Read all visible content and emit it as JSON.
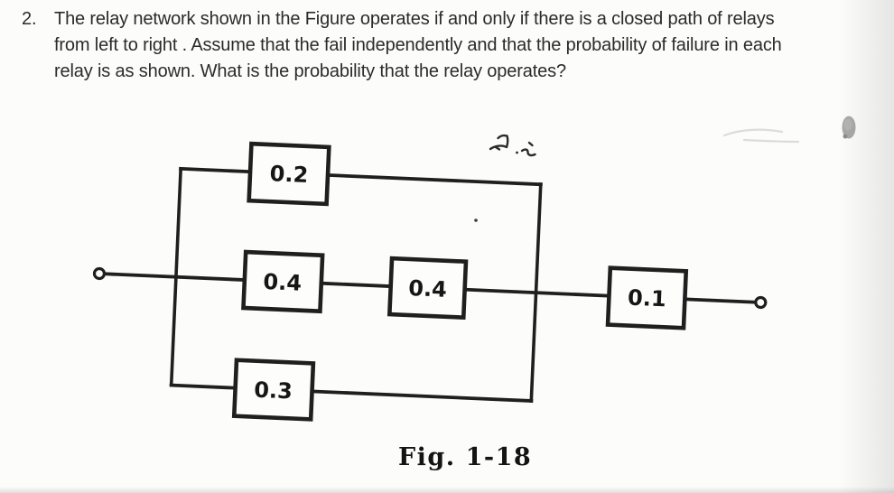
{
  "colors": {
    "ink": "#1f1f1f",
    "paper": "#fcfcfb",
    "text": "#2b2b2b"
  },
  "problem": {
    "number": "2.",
    "lines": [
      "The relay network shown in the Figure operates if and only if there is a closed path of relays",
      "from left to right . Assume that the fail independently and that the probability of failure in each",
      "relay is as shown. What is the probability that the relay operates?"
    ]
  },
  "diagram": {
    "caption": "Fig. 1-18",
    "relays": [
      {
        "position": "top-branch",
        "failure_probability": "0.2"
      },
      {
        "position": "middle-branch-first",
        "failure_probability": "0.4"
      },
      {
        "position": "middle-branch-second",
        "failure_probability": "0.4"
      },
      {
        "position": "bottom-branch",
        "failure_probability": "0.3"
      },
      {
        "position": "series-output",
        "failure_probability": "0.1"
      }
    ]
  }
}
